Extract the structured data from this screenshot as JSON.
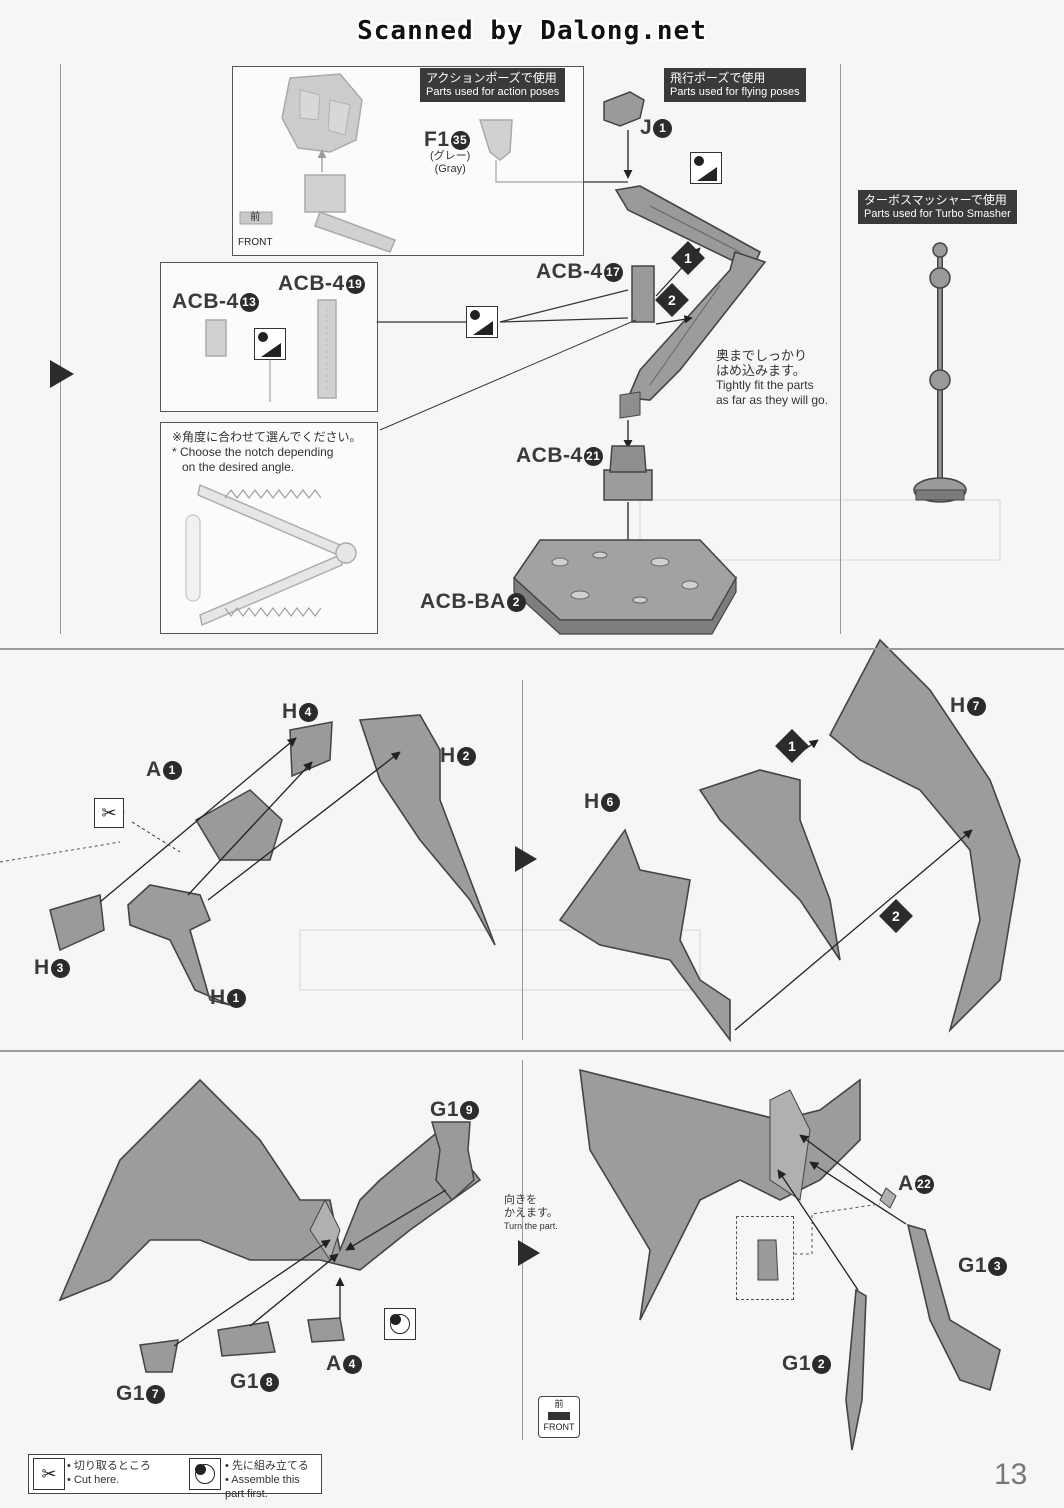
{
  "header": {
    "scan_credit": "Scanned by Dalong.net"
  },
  "top": {
    "action_tag": {
      "jp": "アクションポーズで使用",
      "en": "Parts used for action poses"
    },
    "flying_tag": {
      "jp": "飛行ポーズで使用",
      "en": "Parts used for flying poses"
    },
    "turbo_tag": {
      "jp": "ターボスマッシャーで使用",
      "en": "Parts used for Turbo Smasher"
    },
    "front_jp": "前",
    "front_en": "FRONT",
    "f1": {
      "code": "F1",
      "num": "35",
      "jp": "(グレー)",
      "en": "(Gray)"
    },
    "j1": {
      "code": "J",
      "num": "1"
    },
    "acb13": {
      "code": "ACB-4",
      "num": "13"
    },
    "acb19": {
      "code": "ACB-4",
      "num": "19"
    },
    "acb17": {
      "code": "ACB-4",
      "num": "17"
    },
    "acb21": {
      "code": "ACB-4",
      "num": "21"
    },
    "acbba2": {
      "code": "ACB-BA",
      "num": "2"
    },
    "tight_jp1": "奥までしっかり",
    "tight_jp2": "はめ込みます。",
    "tight_en1": "Tightly fit the parts",
    "tight_en2": "as far as they will go.",
    "notch_jp": "※角度に合わせて選んでください。",
    "notch_en1": "* Choose the notch depending",
    "notch_en2": "on the desired angle.",
    "step1": "1",
    "step2": "2"
  },
  "middle": {
    "h4": {
      "code": "H",
      "num": "4"
    },
    "a1": {
      "code": "A",
      "num": "1"
    },
    "h2": {
      "code": "H",
      "num": "2"
    },
    "h3": {
      "code": "H",
      "num": "3"
    },
    "h1": {
      "code": "H",
      "num": "1"
    },
    "h7": {
      "code": "H",
      "num": "7"
    },
    "h6": {
      "code": "H",
      "num": "6"
    },
    "step1": "1",
    "step2": "2"
  },
  "bottom": {
    "g19": {
      "code": "G1",
      "num": "9"
    },
    "a4": {
      "code": "A",
      "num": "4"
    },
    "g17": {
      "code": "G1",
      "num": "7"
    },
    "g18": {
      "code": "G1",
      "num": "8"
    },
    "turn_jp1": "向きを",
    "turn_jp2": "かえます。",
    "turn_en": "Turn the part.",
    "a22": {
      "code": "A",
      "num": "22"
    },
    "g13": {
      "code": "G1",
      "num": "3"
    },
    "g12": {
      "code": "G1",
      "num": "2"
    },
    "front_jp": "前",
    "front_en": "FRONT"
  },
  "legend": {
    "cut_jp": "• 切り取るところ",
    "cut_en": "• Cut here.",
    "assemble_jp": "• 先に組み立てる",
    "assemble_en": "• Assemble this part first."
  },
  "page_number": "13",
  "colors": {
    "part_gray": "#9a9a9a",
    "ink": "#2b2b2b"
  }
}
